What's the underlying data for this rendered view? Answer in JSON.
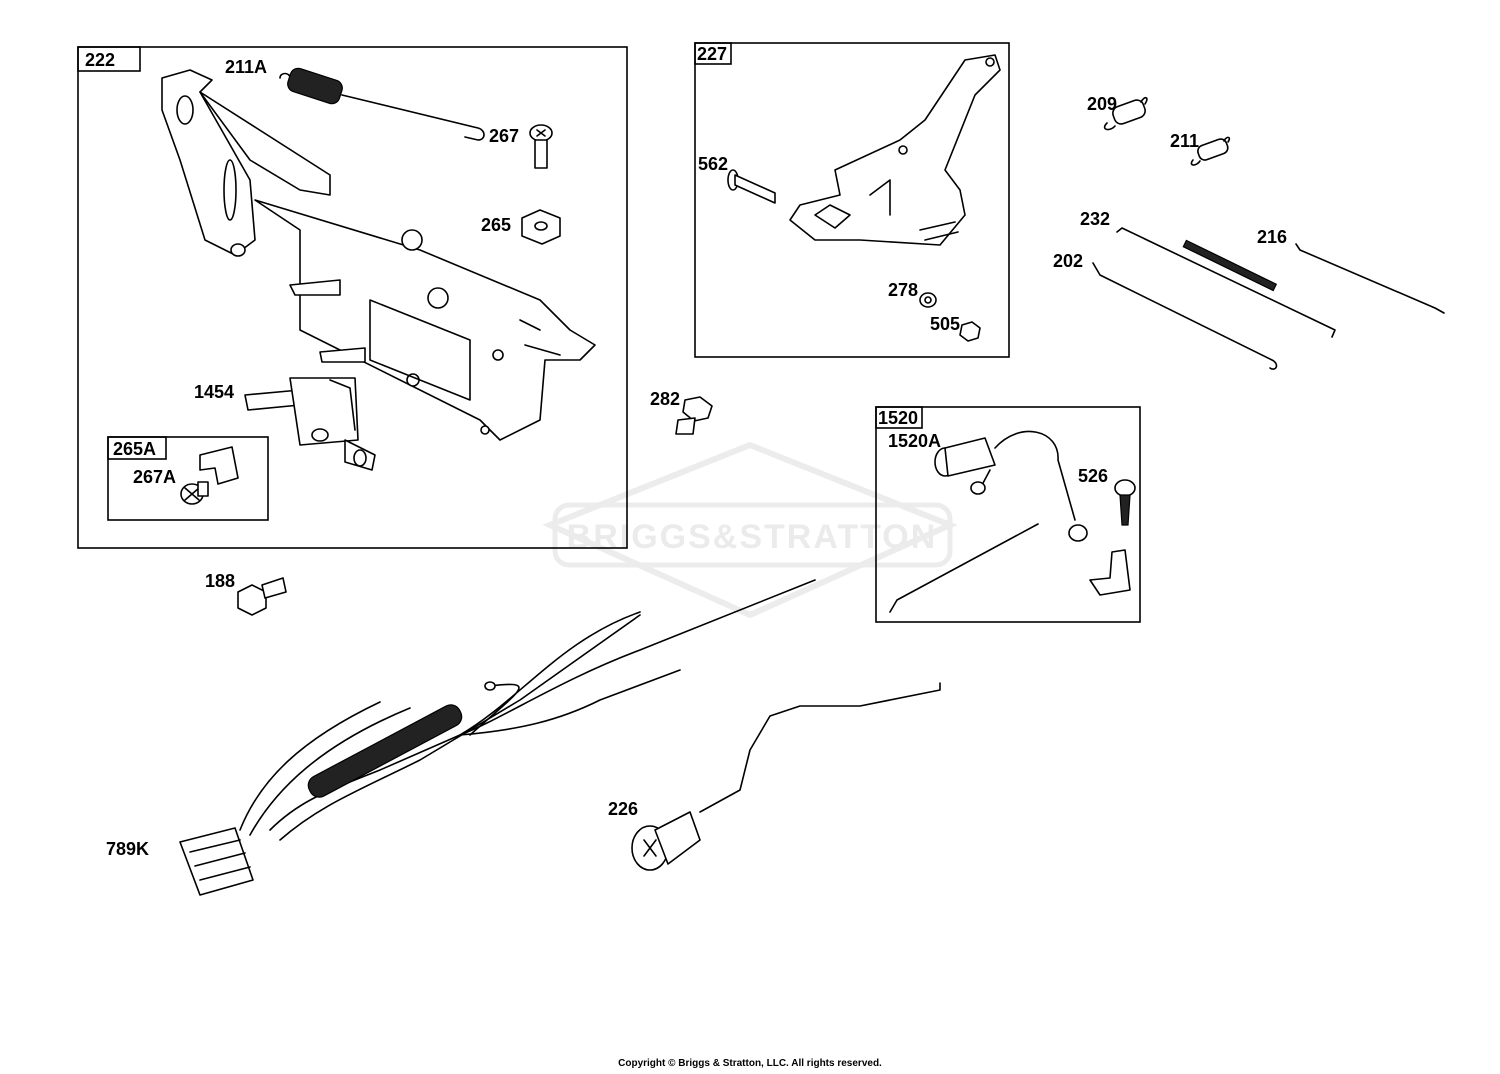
{
  "watermark": "BRIGGS&STRATTON",
  "copyright": "Copyright © Briggs & Stratton, LLC. All rights reserved.",
  "boxes": {
    "b222": "222",
    "b227": "227",
    "b1520": "1520",
    "b265A": "265A"
  },
  "parts": {
    "p211A": "211A",
    "p267": "267",
    "p265": "265",
    "p1454": "1454",
    "p267A": "267A",
    "p562": "562",
    "p278": "278",
    "p505": "505",
    "p209": "209",
    "p211": "211",
    "p232": "232",
    "p216": "216",
    "p202": "202",
    "p282": "282",
    "p1520A": "1520A",
    "p526": "526",
    "p188": "188",
    "p226": "226",
    "p789K": "789K"
  }
}
